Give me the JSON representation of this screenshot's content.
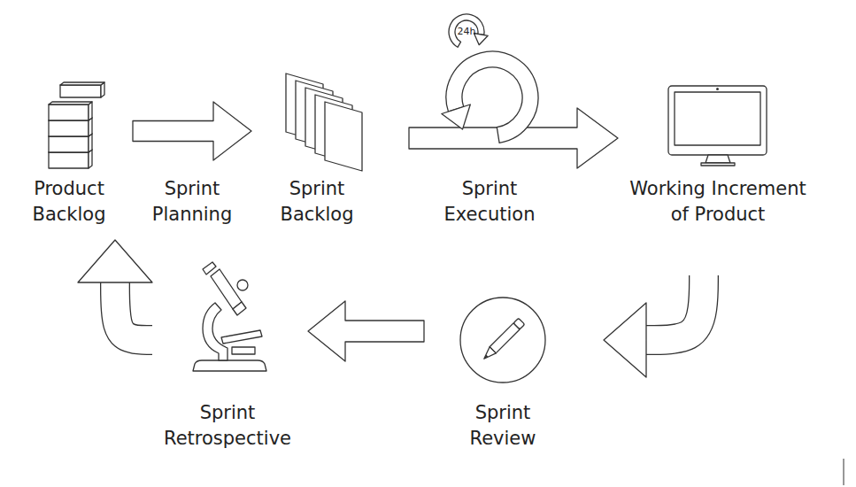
{
  "diagram": {
    "nodes": [
      {
        "text": [
          "Product Backlog"
        ]
      },
      {
        "text": [
          "Sprint Backlog"
        ]
      },
      {
        "text": [
          "Working Increment of Product"
        ]
      },
      {
        "text": [
          "Sprint Review"
        ]
      },
      {
        "text": [
          "Sprint Retrospective"
        ]
      }
    ],
    "edges": [
      {
        "from": 0,
        "to": 1,
        "label": "Sprint Planning",
        "arrow": "to"
      },
      {
        "from": 1,
        "to": 2,
        "label": "Sprint Execution",
        "arrow": "to"
      },
      {
        "from": 2,
        "to": 3,
        "arrow": "to"
      },
      {
        "from": 3,
        "to": 4,
        "arrow": "to"
      },
      {
        "from": 4,
        "to": 0,
        "arrow": "to"
      }
    ],
    "labels": [
      "24h"
    ]
  }
}
